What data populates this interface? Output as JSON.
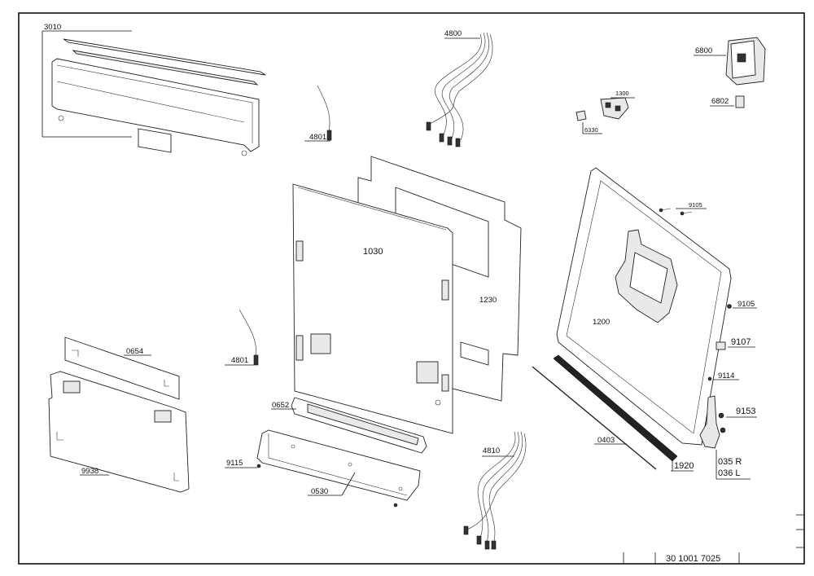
{
  "diagram": {
    "document_number": "30 1001 7025",
    "part_labels": {
      "p3010": "3010",
      "p4800": "4800",
      "p6800": "6800",
      "p1300": "1300",
      "p6802": "6802",
      "p6330": "6330",
      "p4801a": "4801",
      "p1030": "1030",
      "p1230": "1230",
      "p9105a": "9105",
      "p9105b": "9105",
      "p1200": "1200",
      "p9107": "9107",
      "p0654": "0654",
      "p4801b": "4801",
      "p9114": "9114",
      "p0652": "0652",
      "p9153": "9153",
      "p0403": "0403",
      "p4810": "4810",
      "p9938": "9938",
      "p9115": "9115",
      "p1920": "1920",
      "p035r": "035 R",
      "p036l": "036 L",
      "p0530": "0530"
    }
  }
}
